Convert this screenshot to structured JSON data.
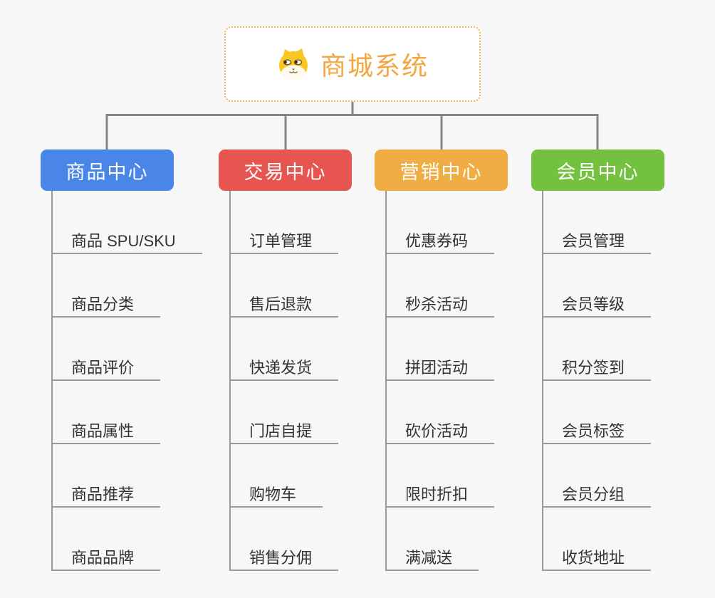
{
  "root": {
    "title": "商城系统",
    "icon": "dog-face-icon"
  },
  "branches": [
    {
      "id": "product-center",
      "label": "商品中心",
      "color": "#4a86e8",
      "children": [
        "商品 SPU/SKU",
        "商品分类",
        "商品评价",
        "商品属性",
        "商品推荐",
        "商品品牌"
      ]
    },
    {
      "id": "trade-center",
      "label": "交易中心",
      "color": "#e65550",
      "children": [
        "订单管理",
        "售后退款",
        "快递发货",
        "门店自提",
        "购物车",
        "销售分佣"
      ]
    },
    {
      "id": "marketing-center",
      "label": "营销中心",
      "color": "#efad43",
      "children": [
        "优惠券码",
        "秒杀活动",
        "拼团活动",
        "砍价活动",
        "限时折扣",
        "满减送"
      ]
    },
    {
      "id": "member-center",
      "label": "会员中心",
      "color": "#74c13f",
      "children": [
        "会员管理",
        "会员等级",
        "积分签到",
        "会员标签",
        "会员分组",
        "收货地址"
      ]
    }
  ],
  "colors": {
    "background": "#f7f7f7",
    "connector": "#868686",
    "leaf_line": "#9a9a9a",
    "root_border": "#f4b155",
    "root_text": "#f3a73e",
    "leaf_text": "#333333"
  }
}
